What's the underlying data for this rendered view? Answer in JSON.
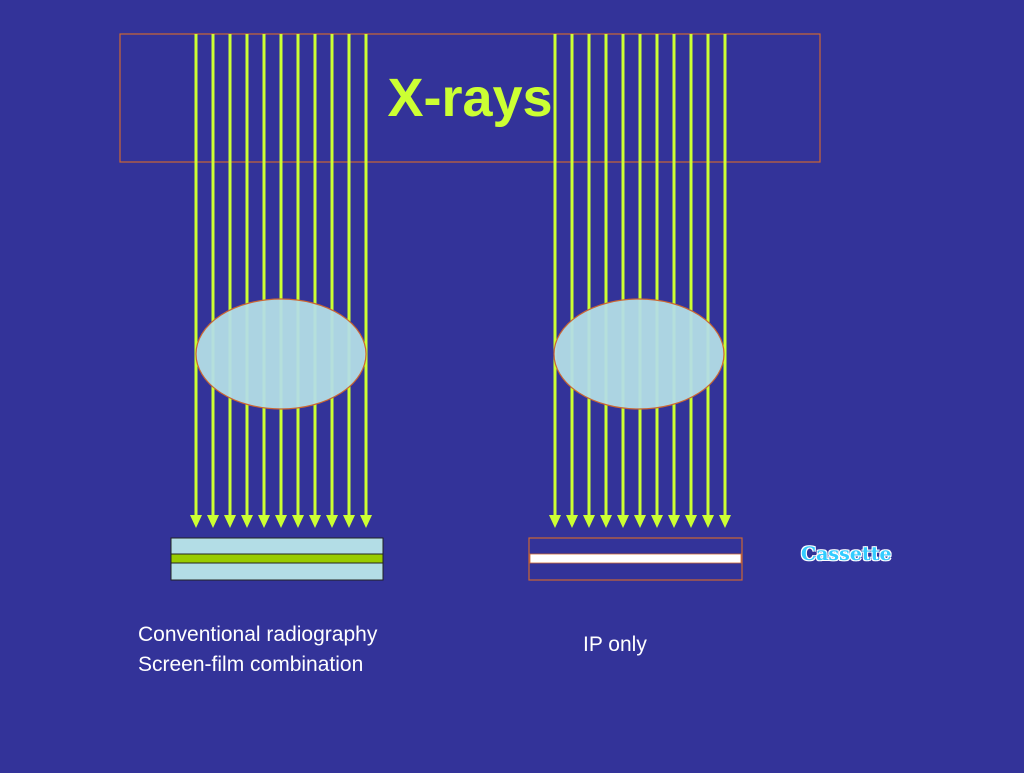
{
  "title": "X-rays",
  "labels": {
    "cassette": "Cassette",
    "left_caption": [
      "Conventional radiography",
      "Screen-film combination"
    ],
    "right_caption": "IP  only"
  },
  "colors": {
    "background": "#333399",
    "ray": "#CCFF33",
    "title_text": "#CCFF33",
    "box_outline": "#CC6633",
    "object_fill": "#B3DDE6",
    "film_layer": "#99CC00",
    "screen_layer": "#B3DDE6",
    "ip_layer": "#FFFFFF",
    "cassette_label": "#33CCFF",
    "caption_text": "#FFFFFF"
  },
  "icons": {
    "ray_arrowhead": "arrow-down-icon"
  }
}
